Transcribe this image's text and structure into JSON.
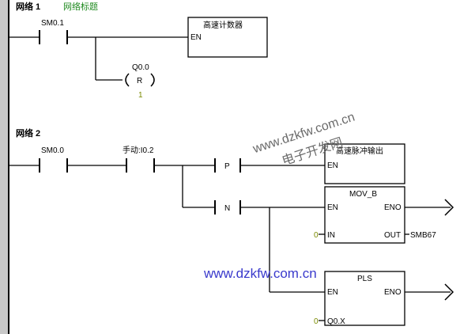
{
  "network1": {
    "title": "网络 1",
    "comment": "网络标题",
    "contact": "SM0.1",
    "counter_box": {
      "title": "高速计数器",
      "en": "EN"
    },
    "coil": {
      "address": "Q0.0",
      "type": "R",
      "count": "1"
    }
  },
  "network2": {
    "title": "网络 2",
    "contact1": "SM0.0",
    "contact2": "手动:I0.2",
    "p_label": "P",
    "n_label": "N",
    "pulse_box": {
      "title": "高速脉冲输出",
      "en": "EN"
    },
    "mov_box": {
      "title": "MOV_B",
      "en": "EN",
      "eno": "ENO",
      "in": "IN",
      "out": "OUT",
      "in_value": "0",
      "out_value": "SMB67"
    },
    "pls_box": {
      "title": "PLS",
      "en": "EN",
      "eno": "ENO",
      "q_label": "Q0.X",
      "q_value": "0"
    }
  },
  "watermarks": {
    "top_line1": "www.dzkfw.com.cn",
    "top_line2": "电子开发网",
    "bottom": "www.dzkfw.com.cn"
  },
  "colors": {
    "comment_green": "#1f8a1f",
    "param_green": "#7a8a00",
    "watermark_blue": "#3a3acc",
    "watermark_gray": "#6a6a6a"
  }
}
